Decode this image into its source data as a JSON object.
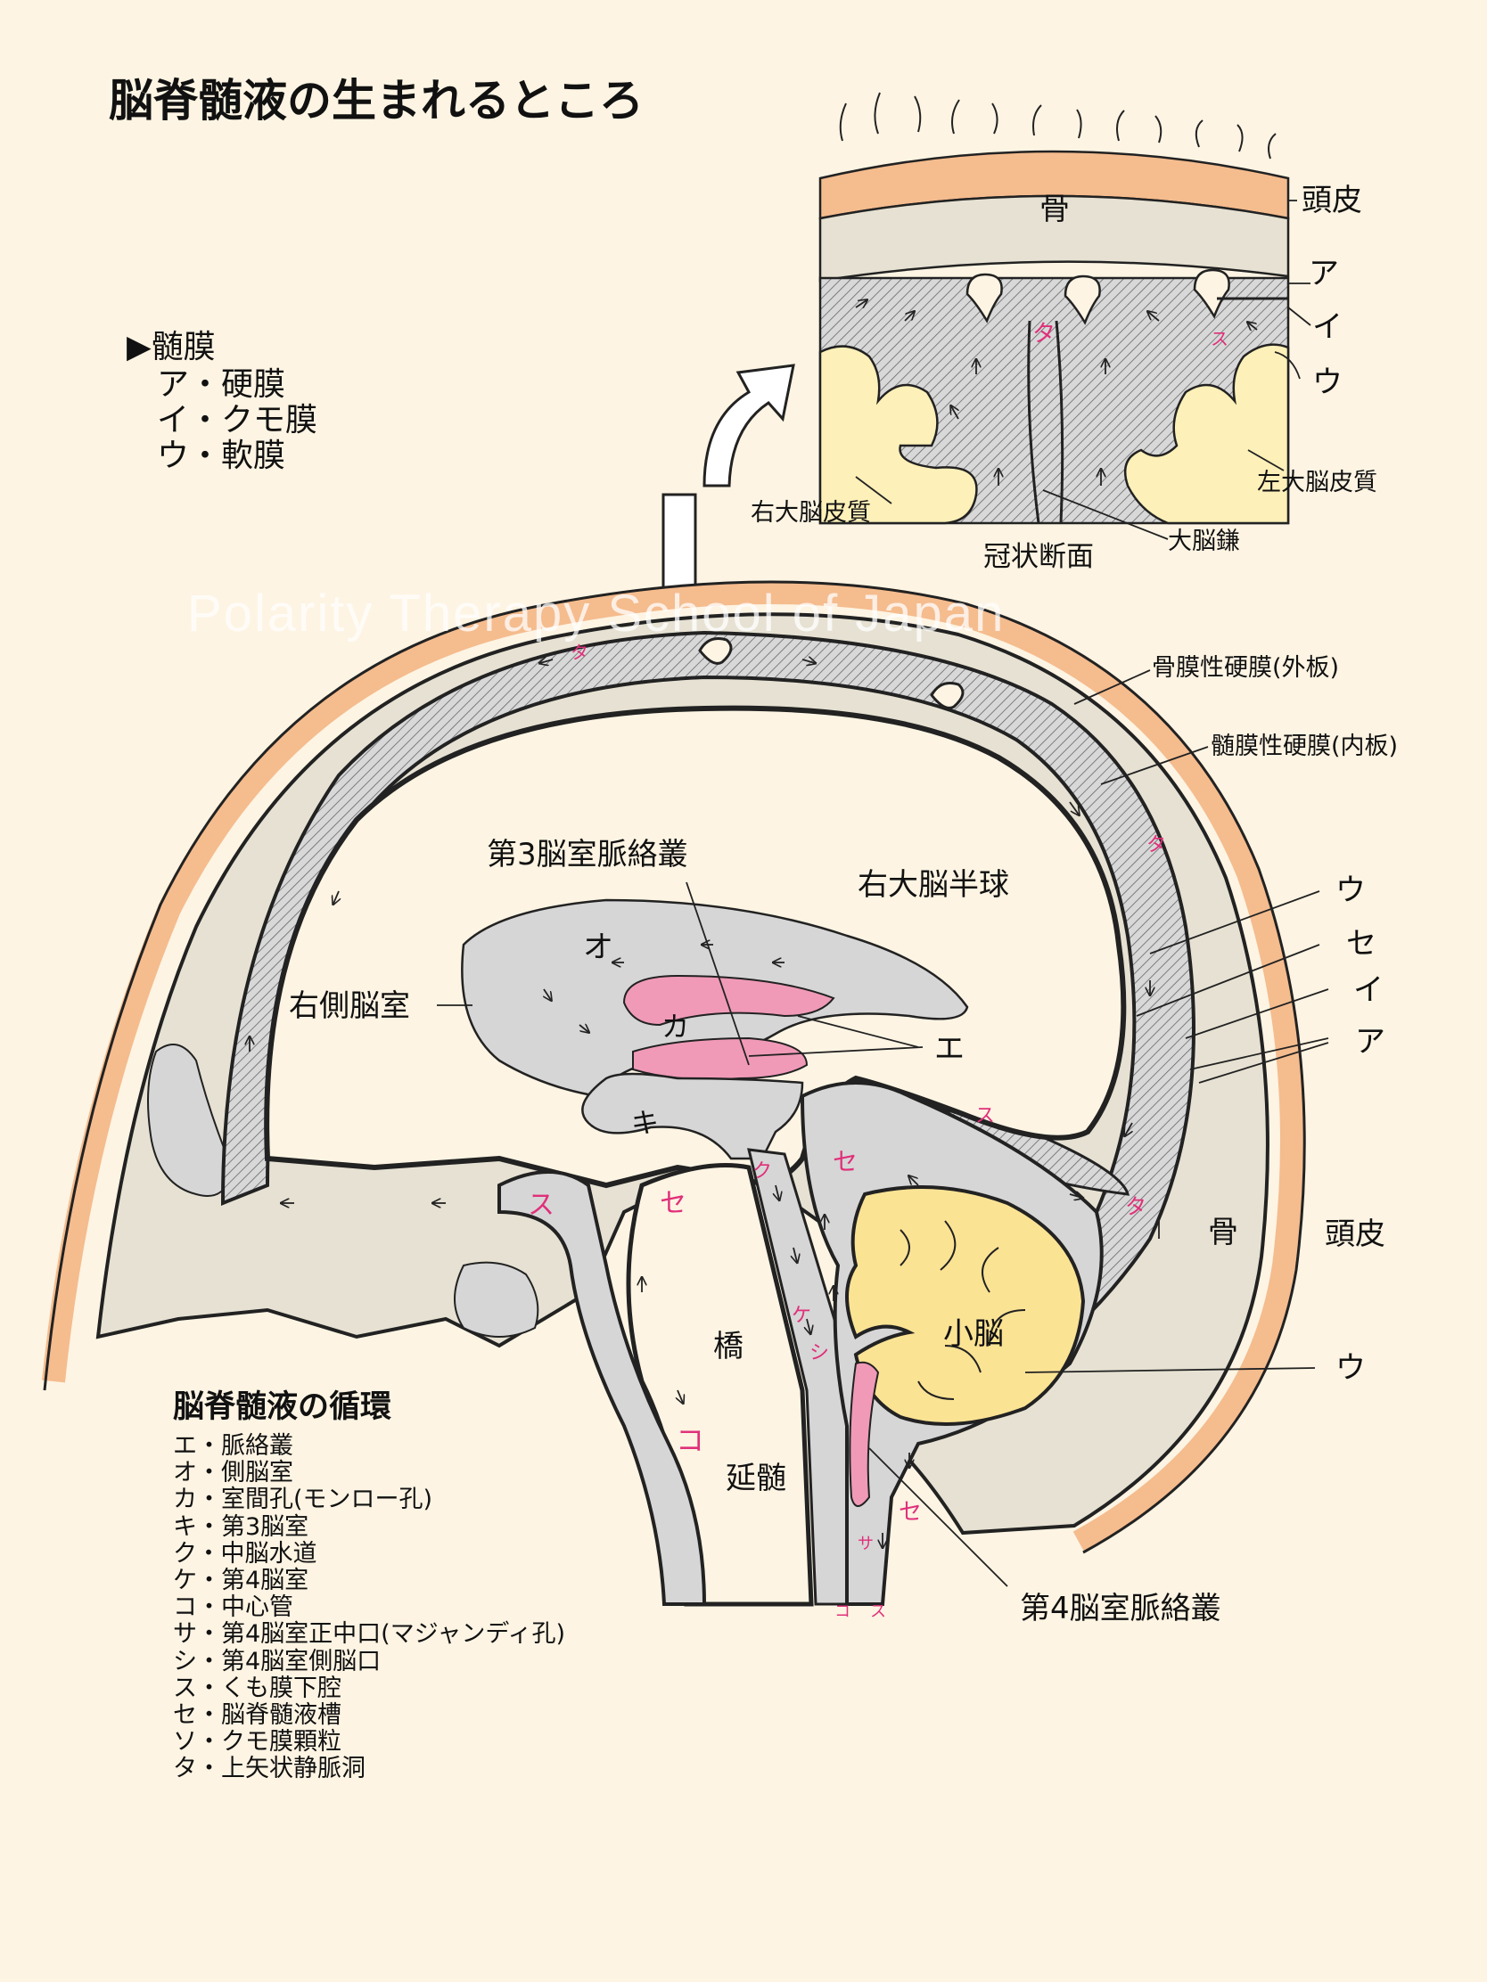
{
  "title": "脳脊髄液の生まれるところ",
  "meninges": {
    "header": "▶髄膜",
    "items": [
      "ア・硬膜",
      "イ・クモ膜",
      "ウ・軟膜"
    ]
  },
  "inset": {
    "labels": {
      "bone": "骨",
      "scalp": "頭皮",
      "a": "ア",
      "i": "イ",
      "u": "ウ",
      "left_cortex": "左大脳皮質",
      "right_cortex": "右大脳皮質",
      "falx": "大脳鎌",
      "section": "冠状断面"
    },
    "markers": {
      "ta": "タ",
      "su": "ス"
    }
  },
  "main": {
    "labels": {
      "periosteal_dura": "骨膜性硬膜(外板)",
      "meningeal_dura": "髄膜性硬膜(内板)",
      "choroid_3": "第3脳室脈絡叢",
      "hemisphere": "右大脳半球",
      "lateral_ventricle": "右側脳室",
      "u1": "ウ",
      "se": "セ",
      "i": "イ",
      "a": "ア",
      "e": "エ",
      "o": "オ",
      "ka": "カ",
      "ki": "キ",
      "bone": "骨",
      "scalp": "頭皮",
      "cerebellum": "小脳",
      "u2": "ウ",
      "pons": "橋",
      "medulla": "延髄",
      "choroid_4": "第4脳室脈絡叢"
    },
    "markers": [
      "タ",
      "タ",
      "ス",
      "タ",
      "セ",
      "ク",
      "ス",
      "セ",
      "コ",
      "ケ",
      "シ",
      "セ",
      "サ",
      "コ",
      "ス"
    ]
  },
  "circulation": {
    "title": "脳脊髄液の循環",
    "items": [
      "エ・脈絡叢",
      "オ・側脳室",
      "カ・室間孔(モンロー孔)",
      "キ・第3脳室",
      "ク・中脳水道",
      "ケ・第4脳室",
      "コ・中心管",
      "サ・第4脳室正中口(マジャンディ孔)",
      "シ・第4脳室側脳口",
      "ス・くも膜下腔",
      "セ・脳脊髄液槽",
      "ソ・クモ膜顆粒",
      "タ・上矢状静脈洞"
    ]
  },
  "watermark": "Polarity Therapy School of Japan",
  "colors": {
    "background": "#fdf4e3",
    "scalp": "#f5bc8e",
    "bone": "#e6e1d2",
    "csf_space": "#d6d6d6",
    "choroid": "#f09ab8",
    "cortex": "#fdf0b8",
    "cerebellum": "#fbe394",
    "marker": "#e0307a"
  }
}
